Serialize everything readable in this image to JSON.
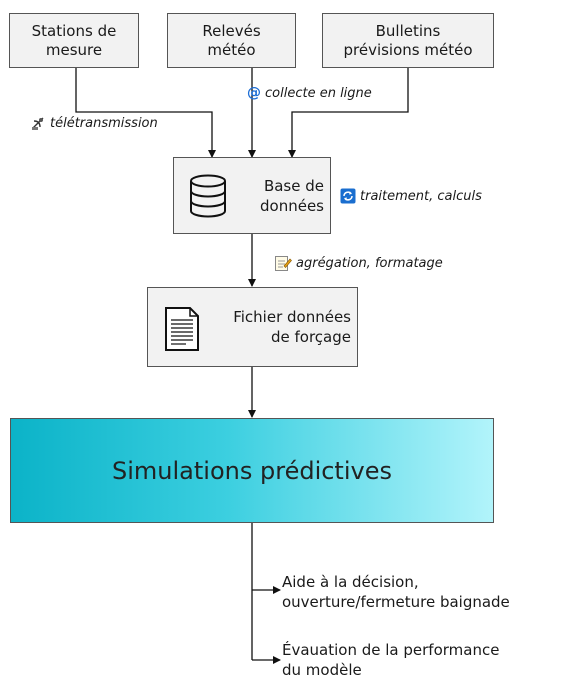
{
  "sources": [
    {
      "label": "Stations de\nmesure"
    },
    {
      "label": "Relevés\nmétéo"
    },
    {
      "label": "Bulletins\nprévisions météo"
    }
  ],
  "edges": {
    "teletransmission": "télétransmission",
    "collecte": "collecte en ligne",
    "traitement": "traitement, calculs",
    "agregation": "agrégation, formatage"
  },
  "database": {
    "label": "Base de\ndonnées"
  },
  "forcing_file": {
    "label": "Fichier données\nde forçage"
  },
  "simulation": {
    "label": "Simulations prédictives"
  },
  "outputs": [
    {
      "label": "Aide à la décision,\nouverture/fermeture baignade"
    },
    {
      "label": "Évauation de la performance\ndu modèle"
    }
  ],
  "icons": [
    "satellite-dish-icon",
    "at-sign-icon",
    "refresh-icon",
    "notepad-icon",
    "database-icon",
    "document-icon"
  ],
  "colors": {
    "box_fill": "#f2f2f2",
    "gradient_start": "#0bb3c8",
    "gradient_end": "#b2f4fb",
    "link_blue": "#1e6fd6"
  }
}
